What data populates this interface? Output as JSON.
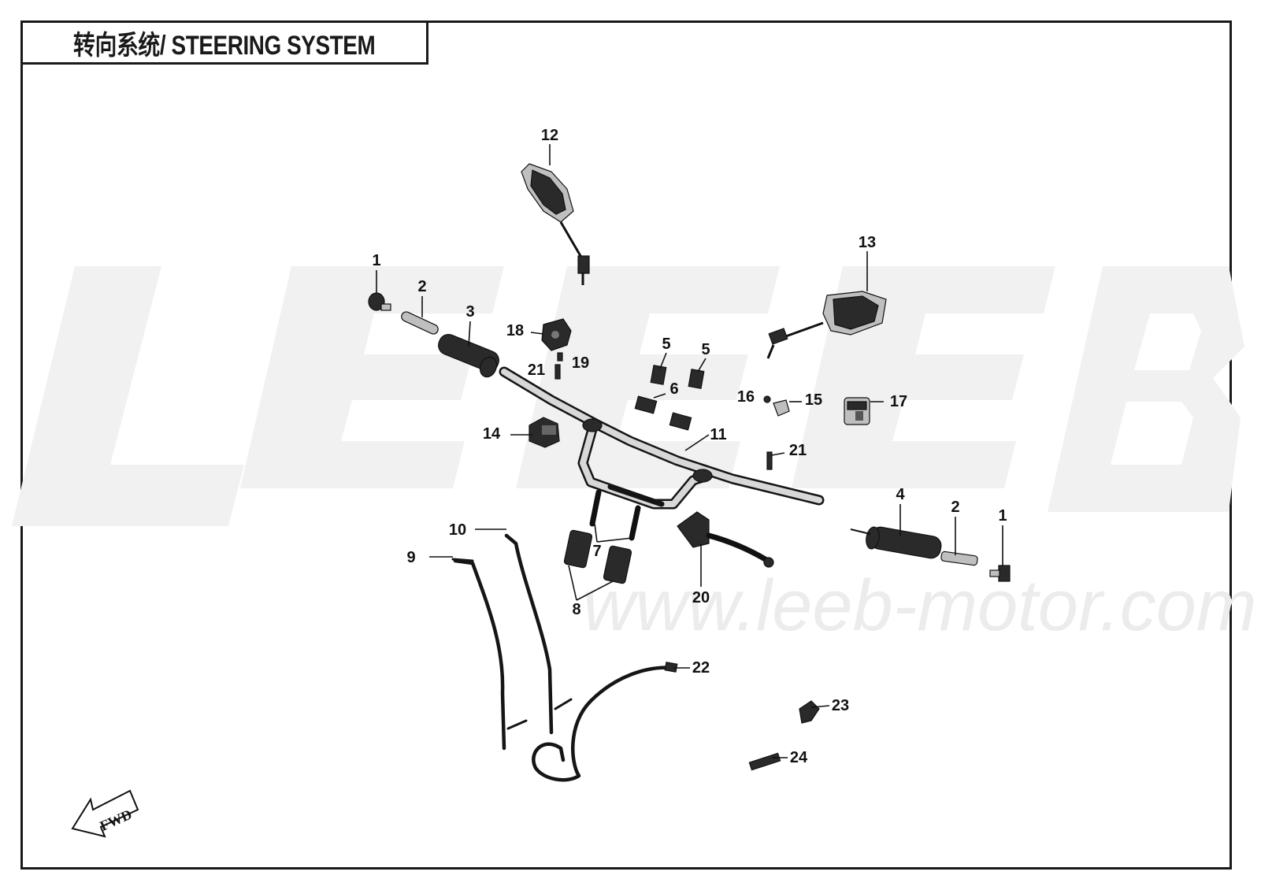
{
  "title": "转向系统/ STEERING SYSTEM",
  "watermark": {
    "logo": "LEEB",
    "website": "www.leeb-motor.com"
  },
  "fwd_label": "FWD",
  "callouts": [
    {
      "id": "c1a",
      "label": "1"
    },
    {
      "id": "c2a",
      "label": "2"
    },
    {
      "id": "c3",
      "label": "3"
    },
    {
      "id": "c12",
      "label": "12"
    },
    {
      "id": "c18",
      "label": "18"
    },
    {
      "id": "c21a",
      "label": "21"
    },
    {
      "id": "c19",
      "label": "19"
    },
    {
      "id": "c13",
      "label": "13"
    },
    {
      "id": "c5a",
      "label": "5"
    },
    {
      "id": "c5b",
      "label": "5"
    },
    {
      "id": "c6",
      "label": "6"
    },
    {
      "id": "c16",
      "label": "16"
    },
    {
      "id": "c15",
      "label": "15"
    },
    {
      "id": "c17",
      "label": "17"
    },
    {
      "id": "c14",
      "label": "14"
    },
    {
      "id": "c11",
      "label": "11"
    },
    {
      "id": "c21b",
      "label": "21"
    },
    {
      "id": "c4",
      "label": "4"
    },
    {
      "id": "c2b",
      "label": "2"
    },
    {
      "id": "c1b",
      "label": "1"
    },
    {
      "id": "c10",
      "label": "10"
    },
    {
      "id": "c9",
      "label": "9"
    },
    {
      "id": "c7",
      "label": "7"
    },
    {
      "id": "c8",
      "label": "8"
    },
    {
      "id": "c20",
      "label": "20"
    },
    {
      "id": "c22",
      "label": "22"
    },
    {
      "id": "c23",
      "label": "23"
    },
    {
      "id": "c24",
      "label": "24"
    }
  ],
  "colors": {
    "line": "#111111",
    "watermark": "#f1f1f1",
    "part": "#2a2a2a"
  }
}
